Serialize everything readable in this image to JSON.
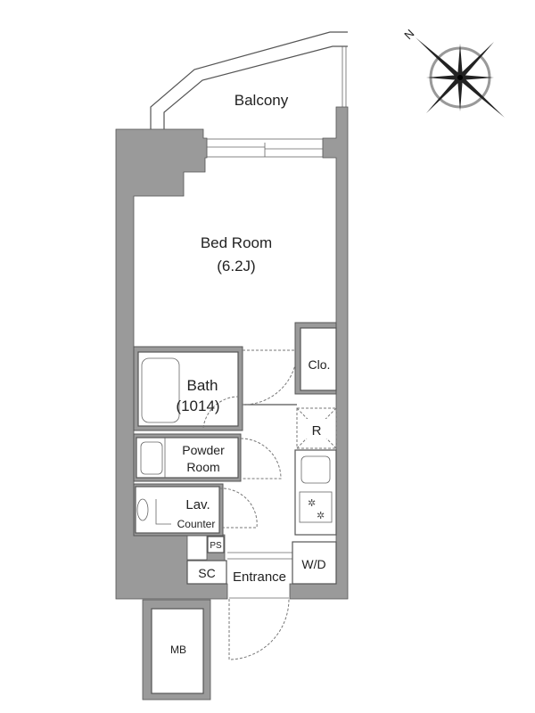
{
  "plan": {
    "compass_label": "N",
    "rooms": {
      "balcony": "Balcony",
      "bedroom": "Bed Room",
      "bedroom_size": "(6.2J)",
      "bath": "Bath",
      "bath_size": "(1014)",
      "powder_room_line1": "Powder",
      "powder_room_line2": "Room",
      "lav": "Lav.",
      "counter": "Counter",
      "closet": "Clo.",
      "refrigerator": "R",
      "pipe_space": "PS",
      "shoe_cabinet": "SC",
      "entrance": "Entrance",
      "washer_dryer": "W/D",
      "meter_box": "MB"
    }
  }
}
